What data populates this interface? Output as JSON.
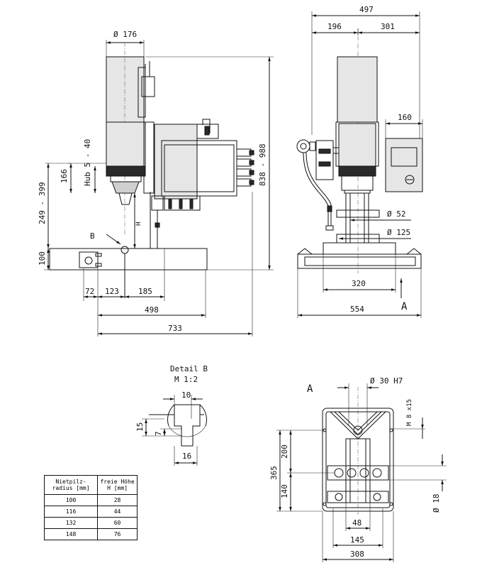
{
  "side_view": {
    "dim_d176": "Ø 176",
    "dim_hub": "Hub 5 - 40",
    "dim_166": "166",
    "dim_249_399": "249 - 399",
    "dim_100": "100",
    "dim_H": "H",
    "dim_838_988": "838 - 988",
    "label_B": "B",
    "dim_72": "72",
    "dim_123": "123",
    "dim_185": "185",
    "dim_498": "498",
    "dim_733": "733"
  },
  "front_view": {
    "dim_497": "497",
    "dim_196": "196",
    "dim_301": "301",
    "dim_160": "160",
    "dim_d52": "Ø 52",
    "dim_d125": "Ø 125",
    "dim_320": "320",
    "dim_554": "554",
    "label_A": "A"
  },
  "detail_b": {
    "title": "Detail B",
    "scale": "M 1:2",
    "dim_10": "10",
    "dim_15": "15",
    "dim_7": "7",
    "dim_16": "16"
  },
  "view_a": {
    "label": "A",
    "dim_d30h7": "Ø 30 H7",
    "dim_m8": "M 8 x15",
    "dim_365": "365",
    "dim_200": "200",
    "dim_140": "140",
    "dim_d18": "Ø 18",
    "dim_48": "48",
    "dim_145": "145",
    "dim_308": "308"
  },
  "table": {
    "headers": [
      "Nietpilz- radius [mm]",
      "freie Höhe H [mm]"
    ],
    "rows": [
      [
        "100",
        "28"
      ],
      [
        "116",
        "44"
      ],
      [
        "132",
        "60"
      ],
      [
        "148",
        "76"
      ]
    ]
  }
}
